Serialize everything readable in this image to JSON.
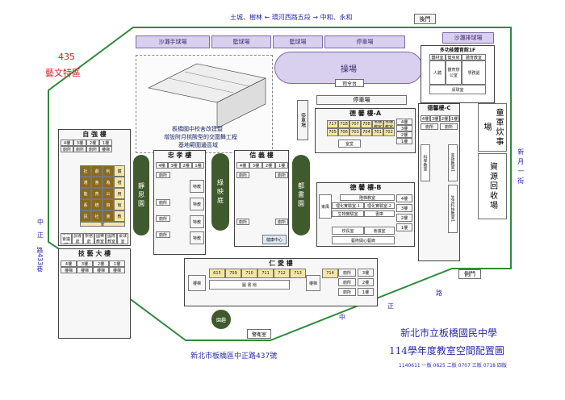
{
  "map": {
    "district_no": "435",
    "district_name": "藝文特區",
    "top_road": "土城、樹林 ← 環河西路五段 → 中和、永和",
    "back_gate": "後門",
    "side_gate": "側門",
    "guard": "警衛室",
    "left_road_top": "中",
    "left_road_mid": "正",
    "left_road_lane": "路433巷",
    "right_road": "新月一街",
    "bottom_road_1": "中",
    "bottom_road_2": "正",
    "bottom_road_3": "路",
    "address": "新北市板橋區中正路437號",
    "school": "新北市立板橋國民中學",
    "plan_title": "114學年度教室空間配置圖",
    "version": "1140611 一版 0625 二版 0707 三版 0718 四版"
  },
  "sports": {
    "sand_court_left": "沙灘手球場",
    "basketball_1": "籃球場",
    "basketball_2": "籃球場",
    "parking_top": "停車場",
    "sand_court_right": "沙灘排球場",
    "field": "操場",
    "podium": "司令台",
    "parking_mid": "停車場",
    "parking_side": "停車場"
  },
  "multi_gym": {
    "title": "多功能體育館1F",
    "rooms": [
      "器材室",
      "健身房",
      "體育教室",
      "人體",
      "體育辦公室",
      "學務處",
      "桌球室"
    ]
  },
  "construction": {
    "title": "板橋國中校舍改建暨",
    "line2": "增設附月桃酸型的交圍舞工程",
    "line3": "基地範圍邊區域"
  },
  "ziqiang": {
    "title": "自 強 樓",
    "floors": [
      "4樓",
      "3樓",
      "2樓",
      "1樓"
    ],
    "labels": [
      "廁所",
      "廁所",
      "廁所",
      "樓梯"
    ],
    "rooms": [
      "社",
      "劇",
      "利",
      "體",
      "適",
      "會",
      "為",
      "禮",
      "能",
      "育",
      "公",
      "用",
      "系",
      "統",
      "資",
      "館",
      "訊",
      "社",
      "會",
      "教",
      "室"
    ],
    "ground": [
      "本校會議室",
      "訓導處",
      "學務處",
      "國樂教室",
      "國際教室",
      "桌球室"
    ]
  },
  "jiyi": {
    "title": "技 藝 大 樓",
    "floors": [
      "4樓",
      "3樓",
      "2樓",
      "1樓"
    ],
    "labels": [
      "樓梯",
      "樓梯",
      "樓梯",
      "樓梯"
    ]
  },
  "zhongxiao": {
    "title": "忠 孝 樓",
    "floors": [
      "4樓",
      "3樓",
      "2樓",
      "1樓"
    ],
    "labels": [
      "廁所",
      "廁所",
      "廁所",
      "廁所"
    ],
    "side": [
      "特教",
      "特教",
      "特教",
      "特教"
    ]
  },
  "xinyi": {
    "title": "信 義 樓",
    "floors": [
      "4樓",
      "3樓",
      "2樓",
      "1樓"
    ],
    "labels": [
      "廁所",
      "廁所",
      "廁所",
      "廁所"
    ],
    "room_bottom": "健康中心"
  },
  "green_areas": {
    "jingsi": "靜思園",
    "liyu": "綠映庭",
    "book": "都書園",
    "garden": "園趣"
  },
  "dexin_a": {
    "title": "德 馨 樓-A",
    "floors": [
      "4樓",
      "3樓",
      "2樓",
      "1樓"
    ],
    "rooms": [
      "717",
      "718",
      "707",
      "708",
      "電腦教室",
      "電腦教室",
      "705",
      "706",
      "703",
      "704",
      "701",
      "702"
    ],
    "label": "室堂"
  },
  "dexin_b": {
    "title": "德 馨 樓-B",
    "floors": [
      "4樓",
      "3樓",
      "2樓",
      "1樓"
    ],
    "rooms": [
      "階梯教室",
      "理化實驗室-1",
      "理化實驗室-2",
      "生物實驗室",
      "校長室",
      "會議室",
      "藝術開心藝廊",
      "東風",
      "書庫"
    ]
  },
  "dexin_c": {
    "title": "德馨樓-C",
    "floors": [
      "4樓",
      "3樓",
      "2樓",
      "1樓"
    ],
    "labels": [
      "廁所",
      "廁所"
    ],
    "rooms": [
      "科學教室",
      "家政教室1",
      "生活科技教室1"
    ]
  },
  "renai": {
    "title": "仁 愛 樓",
    "floors": [
      "3樓",
      "2樓",
      "1樓"
    ],
    "rooms_top": [
      "615",
      "709",
      "710",
      "711",
      "712",
      "713",
      "714"
    ],
    "library": "圖 書 館",
    "labels": [
      "廁所",
      "廁所",
      "廁所",
      "樓梯",
      "樓梯"
    ]
  },
  "right_side": {
    "boy_scouts": "童軍炊事場",
    "recycle": "資源回收場"
  }
}
